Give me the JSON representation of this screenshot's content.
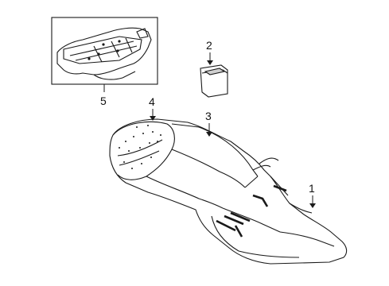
{
  "diagram": {
    "callouts": [
      {
        "id": "1",
        "text": "1"
      },
      {
        "id": "2",
        "text": "2"
      },
      {
        "id": "3",
        "text": "3"
      },
      {
        "id": "4",
        "text": "4"
      },
      {
        "id": "5",
        "text": "5"
      }
    ],
    "colors": {
      "line": "#1a1a1a",
      "background": "#ffffff"
    }
  }
}
